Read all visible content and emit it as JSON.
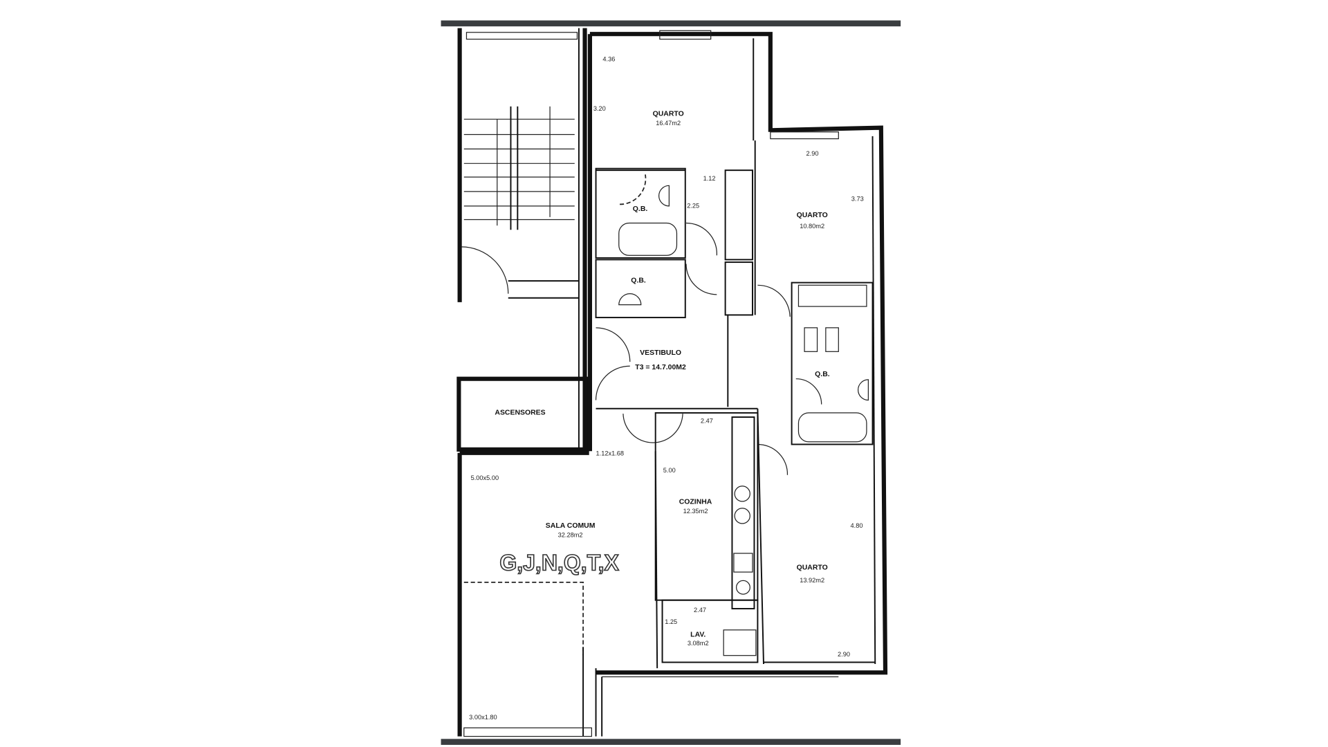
{
  "colors": {
    "frame_bar": "#3a3d40",
    "lines": "#111111",
    "background": "#ffffff"
  },
  "rooms": [
    {
      "name": "QUARTO",
      "area": "16.47m2"
    },
    {
      "name": "QUARTO",
      "area": "10.80m2"
    },
    {
      "name": "Q.B.",
      "area": ""
    },
    {
      "name": "Q.B.",
      "area": ""
    },
    {
      "name": "VESTIBULO",
      "area": "T3 = 14.7.00M2"
    },
    {
      "name": "Q.B.",
      "area": ""
    },
    {
      "name": "ASCENSORES",
      "area": ""
    },
    {
      "name": "SALA COMUM",
      "area": "32.28m2"
    },
    {
      "name": "COZINHA",
      "area": "12.35m2"
    },
    {
      "name": "QUARTO",
      "area": "13.92m2"
    },
    {
      "name": "LAV.",
      "area": "3.08m2"
    }
  ],
  "dimensions": [
    "4.36",
    "3.20",
    "1.12",
    "2.25",
    "2.90",
    "3.73",
    "2.47",
    "1.12x1.68",
    "5.00x5.00",
    "5.00",
    "4.80",
    "2.47",
    "1.25",
    "2.90",
    "3.00x1.80"
  ],
  "unit_letters": "G,J,N,Q,T,X"
}
